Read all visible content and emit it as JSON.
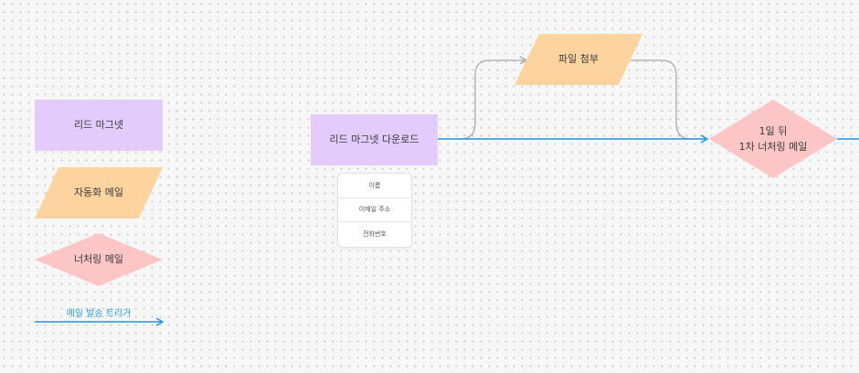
{
  "legend": {
    "lead_magnet": "리드 마그넷",
    "auto_mail": "자동화 메일",
    "nurture_mail": "너처링 메일",
    "trigger": "메일 발송 트리거"
  },
  "flow": {
    "download_node": "리드 마그넷 다운로드",
    "attach_node": "파일 첨부",
    "nurture_node": "1일 뒤\n1차 너처링 메일",
    "form_fields": [
      "이름",
      "이메일 주소",
      "전화번호"
    ]
  },
  "colors": {
    "lead_magnet": "#e3ccfb",
    "auto_mail": "#fdd4a0",
    "nurture_mail": "#fcc6c6",
    "trigger_arrow": "#1e96dc",
    "connector": "#aaaaaa"
  }
}
